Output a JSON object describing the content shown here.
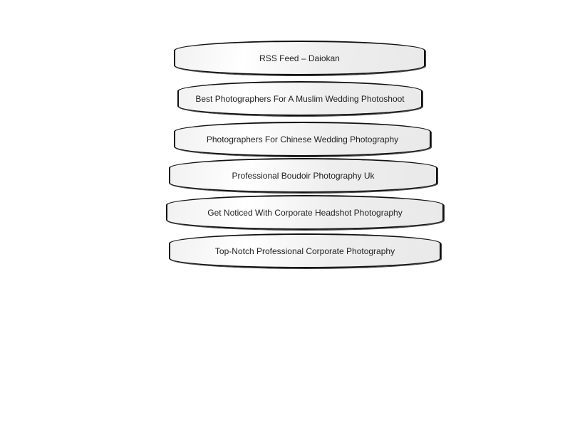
{
  "links": [
    {
      "label": "RSS Feed – Daiokan"
    },
    {
      "label": "Best Photographers For A Muslim Wedding Photoshoot"
    },
    {
      "label": "Photographers For Chinese Wedding Photography"
    },
    {
      "label": "Professional Boudoir Photography Uk"
    },
    {
      "label": "Get Noticed With Corporate Headshot Photography"
    },
    {
      "label": "Top-Notch Professional Corporate Photography"
    }
  ]
}
